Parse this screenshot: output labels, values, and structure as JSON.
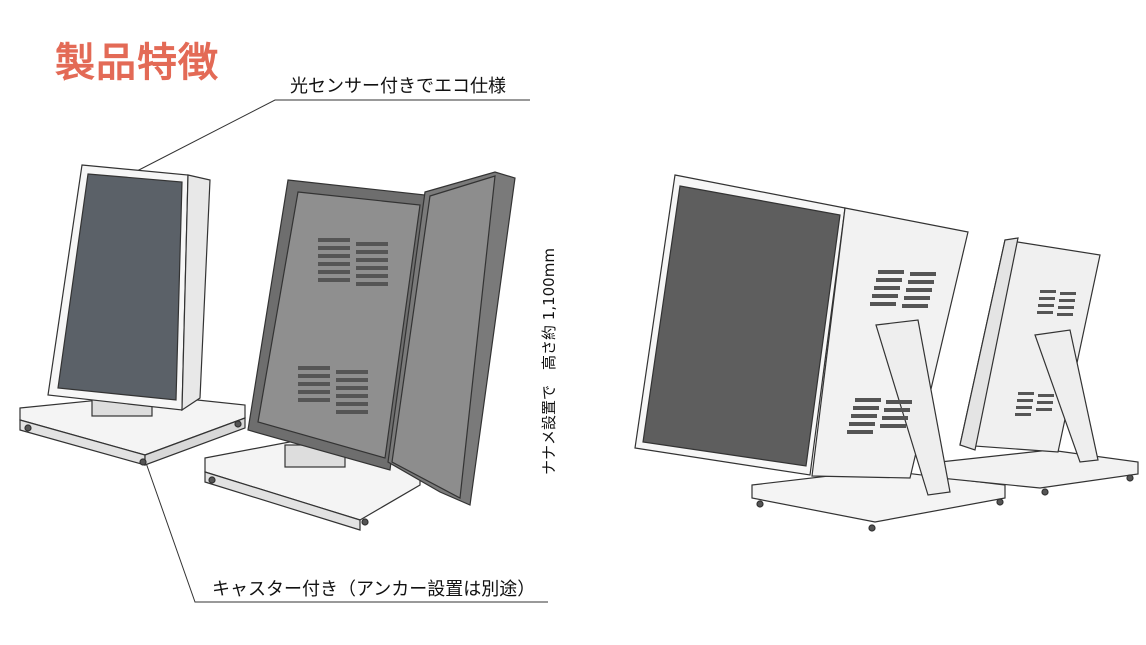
{
  "title": "製品特徴",
  "callouts": {
    "light_sensor": "光センサー付きでエコ仕様",
    "casters": "キャスター付き（アンカー設置は別途）",
    "height_note": "ナナメ設置で　高さ約 1,100mm"
  },
  "colors": {
    "title": "#e36a56",
    "screen": "#5b6168",
    "panel_gray": "#8f8f8f",
    "body": "#f2f2f2"
  }
}
